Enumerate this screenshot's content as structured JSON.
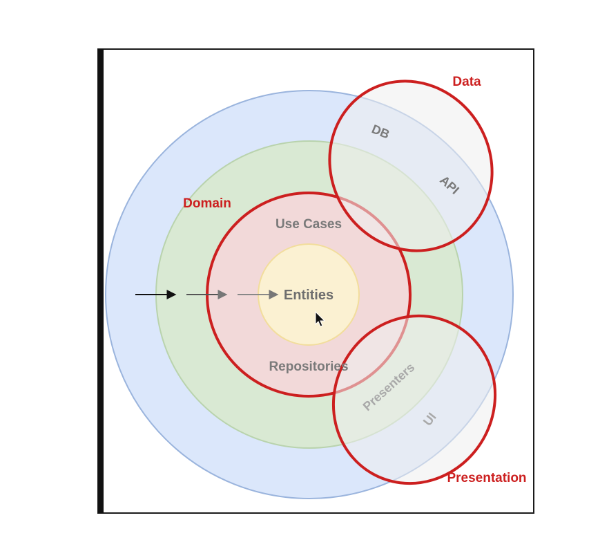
{
  "labels": {
    "data": "Data",
    "domain": "Domain",
    "presentation": "Presentation",
    "use_cases": "Use Cases",
    "entities": "Entities",
    "repositories": "Repositories",
    "db": "DB",
    "api": "API",
    "presenters": "Presenters",
    "ui": "UI"
  },
  "colors": {
    "outer_ring": "#dbe7fb",
    "outer_ring_stroke": "#9ab4dd",
    "middle_ring": "#d9e9d3",
    "middle_ring_stroke": "#b9d3ad",
    "inner_ring": "#f2d9d9",
    "core": "#fbf1d2",
    "core_stroke": "#f2dd9c",
    "accent_red": "#cc1f1f",
    "label_gray": "#7a7a7a",
    "overlay_fill": "#eeeeee"
  },
  "icons": {
    "cursor": "pointer-cursor-icon"
  }
}
